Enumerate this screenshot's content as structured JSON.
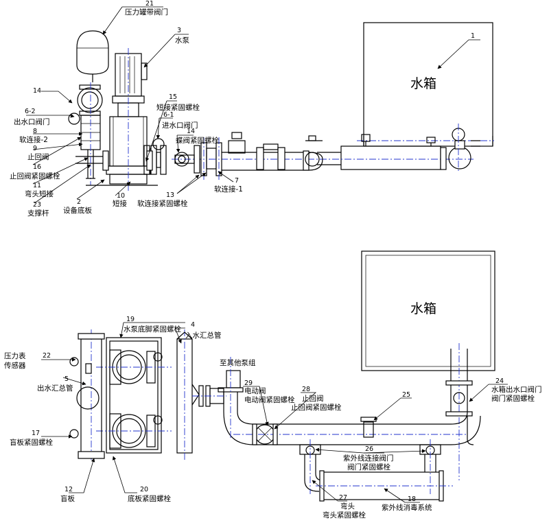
{
  "top": {
    "tank_label": "水箱",
    "callouts": [
      {
        "num": "21",
        "text": "压力罐带阀门"
      },
      {
        "num": "3",
        "text": "水泵"
      },
      {
        "num": "1",
        "text": ""
      },
      {
        "num": "14",
        "text": ""
      },
      {
        "num": "6-2",
        "text": "出水口阀门"
      },
      {
        "num": "8",
        "text": "软连接-2"
      },
      {
        "num": "9",
        "text": "止回阀"
      },
      {
        "num": "16",
        "text": "止回阀紧固螺栓"
      },
      {
        "num": "11",
        "text": "弯头短接"
      },
      {
        "num": "23",
        "text": "支撑杆"
      },
      {
        "num": "2",
        "text": "设备底板"
      },
      {
        "num": "10",
        "text": "短接"
      },
      {
        "num": "15",
        "text": "短接紧固螺栓"
      },
      {
        "num": "6-1",
        "text": "进水口阀门"
      },
      {
        "num": "14",
        "text": "蝶阀紧固螺栓"
      },
      {
        "num": "13",
        "text": "软连接紧固螺栓"
      },
      {
        "num": "7",
        "text": "软连接-1"
      }
    ]
  },
  "bottom": {
    "tank_label": "水箱",
    "callouts": [
      {
        "num": "19",
        "text": "水泵底脚紧固螺栓"
      },
      {
        "num": "4",
        "text": "入水汇总管"
      },
      {
        "num": "22",
        "text": "压力表\n传感器"
      },
      {
        "num": "5",
        "text": "出水汇总管"
      },
      {
        "num": "17",
        "text": "盲板紧固螺栓"
      },
      {
        "num": "12",
        "text": "盲板"
      },
      {
        "num": "20",
        "text": "底板紧固螺栓"
      },
      {
        "num": "",
        "text": "至其他泵组"
      },
      {
        "num": "29",
        "text": "电动阀\n电动阀紧固螺栓"
      },
      {
        "num": "28",
        "text": "止回阀\n止回阀紧固螺栓"
      },
      {
        "num": "25",
        "text": ""
      },
      {
        "num": "26",
        "text": "紫外线连接阀门\n阀门紧固螺栓"
      },
      {
        "num": "24",
        "text": "水箱出水口阀门\n阀门紧固螺栓"
      },
      {
        "num": "27",
        "text": "弯头\n弯头紧固螺栓"
      },
      {
        "num": "18",
        "text": "紫外线消毒系统"
      }
    ]
  }
}
